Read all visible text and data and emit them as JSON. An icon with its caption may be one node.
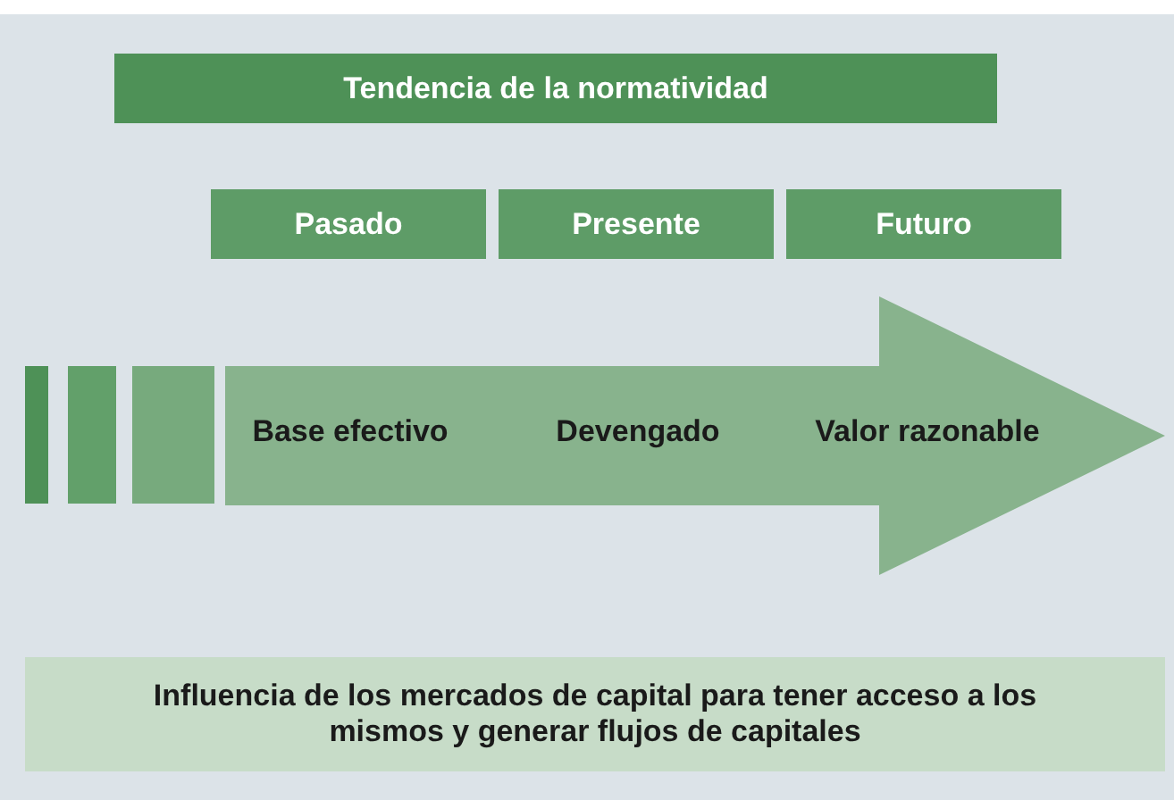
{
  "diagram": {
    "nodes": [
      {
        "text": [
          "Tendencia de la normatividad"
        ]
      },
      {
        "text": [
          "Pasado"
        ]
      },
      {
        "text": [
          "Presente"
        ]
      },
      {
        "text": [
          "Futuro"
        ]
      },
      {
        "text": [
          "Base efectivo",
          "Devengado",
          "Valor razonable"
        ]
      },
      {
        "text": [
          "Influencia de los mercados de capital para tener acceso a los mismos y generar flujos de capitales"
        ]
      }
    ],
    "edges": []
  }
}
